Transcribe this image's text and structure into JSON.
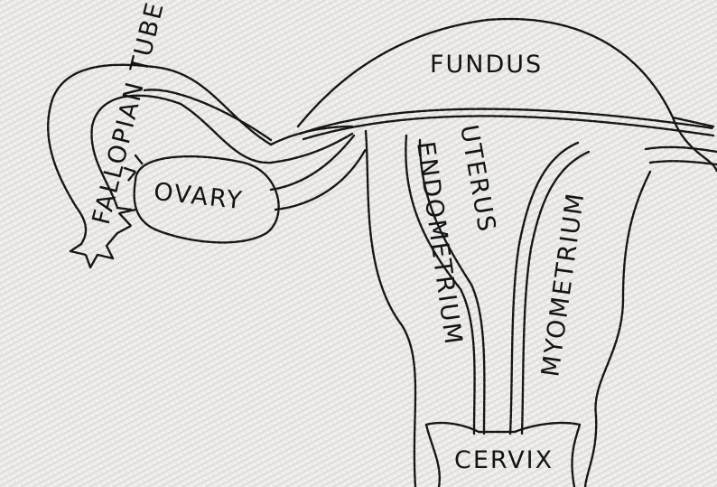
{
  "labels": {
    "fundus": "FUNDUS",
    "fallopian_tube": "FALLOPIAN TUBE",
    "ovary": "OVARY",
    "uterus": "UTERUS",
    "endometrium": "ENDOMETRIUM",
    "myometrium": "MYOMETRIUM",
    "cervix": "CERVIX"
  },
  "colors": {
    "fabric": "#ecebea",
    "thread": "#161616"
  }
}
